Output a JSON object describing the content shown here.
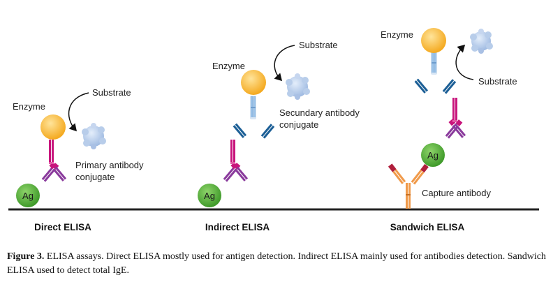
{
  "labels": {
    "direct": {
      "enzyme": "Enzyme",
      "substrate": "Substrate",
      "primary_line1": "Primary antibody",
      "primary_line2": "conjugate",
      "antigen": "Ag",
      "title": "Direct ELISA"
    },
    "indirect": {
      "enzyme": "Enzyme",
      "substrate": "Substrate",
      "secondary_line1": "Secundary antibody",
      "secondary_line2": "conjugate",
      "antigen": "Ag",
      "title": "Indirect ELISA"
    },
    "sandwich": {
      "enzyme": "Enzyme",
      "substrate": "Substrate",
      "antigen": "Ag",
      "capture": "Capture antibody",
      "title": "Sandwich ELISA"
    }
  },
  "caption": {
    "figure_label": "Figure 3.",
    "text": " ELISA assays. Direct ELISA mostly used for antigen detection. Indirect ELISA mainly used for antibodies detection. Sandwich ELISA used to detect total IgE."
  },
  "colors": {
    "enzyme": "#f6b73c",
    "substrate": "#b8cdea",
    "antigen": "#5cb33e",
    "primary_antibody": "#c8157c",
    "primary_arm": "#8a3a9c",
    "secondary_antibody": "#9cc4ea",
    "secondary_arm": "#1c5f96",
    "capture_antibody": "#f09a4a",
    "capture_arm": "#b01e3c",
    "surface": "#222222"
  }
}
